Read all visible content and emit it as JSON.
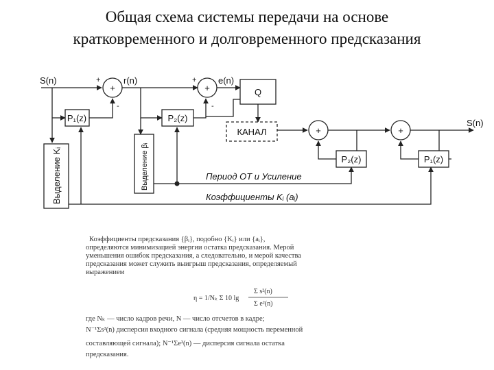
{
  "title": {
    "line1": "Общая схема системы передачи на основе",
    "line2": "кратковременного и долговременного предсказания"
  },
  "diagram": {
    "input_signal": "S(n)",
    "residual_r": "r(n)",
    "error_e": "e(n)",
    "output_signal": "S(n)",
    "quantizer": "Q",
    "channel": "КАНАЛ",
    "predictor_p1_tx": "P₁(z)",
    "predictor_p2_tx": "P₂(z)",
    "predictor_p2_rx": "P₂(z)",
    "predictor_p1_rx": "P₁(z)",
    "extract_k": "Выделение Kᵢ",
    "extract_beta": "Выделение βᵢ",
    "period_gain_label": "Период ОТ и Усиление",
    "coeffs_label": "Коэффициенты Kᵢ (aᵢ)",
    "plus": "+",
    "minus": "-"
  },
  "text": {
    "p1": "Коэффициенты предсказания {βᵢ}, подобно {Kᵢ} или {aᵢ},",
    "p2": "определяются минимизацией энергии остатка предсказания. Мерой",
    "p3": "уменьшения ошибок предсказания, а следовательно, и мерой качества",
    "p4": "предсказания может служить выигрыш предсказания, определяемый",
    "p5": "выражением",
    "p6": "где Nₖ — число кадров речи, N — число отсчетов в кадре;",
    "p7": "N⁻¹Σs²(n) дисперсия входного сигнала (средняя мощность переменной",
    "p8": "составляющей сигнала); N⁻¹Σe²(n) — дисперсия сигнала остатка",
    "p9": "предсказания.",
    "formula_lhs": "η = 1/Nₖ Σ 10 lg",
    "formula_num": "Σ s²(n)",
    "formula_den": "Σ e²(n)"
  }
}
